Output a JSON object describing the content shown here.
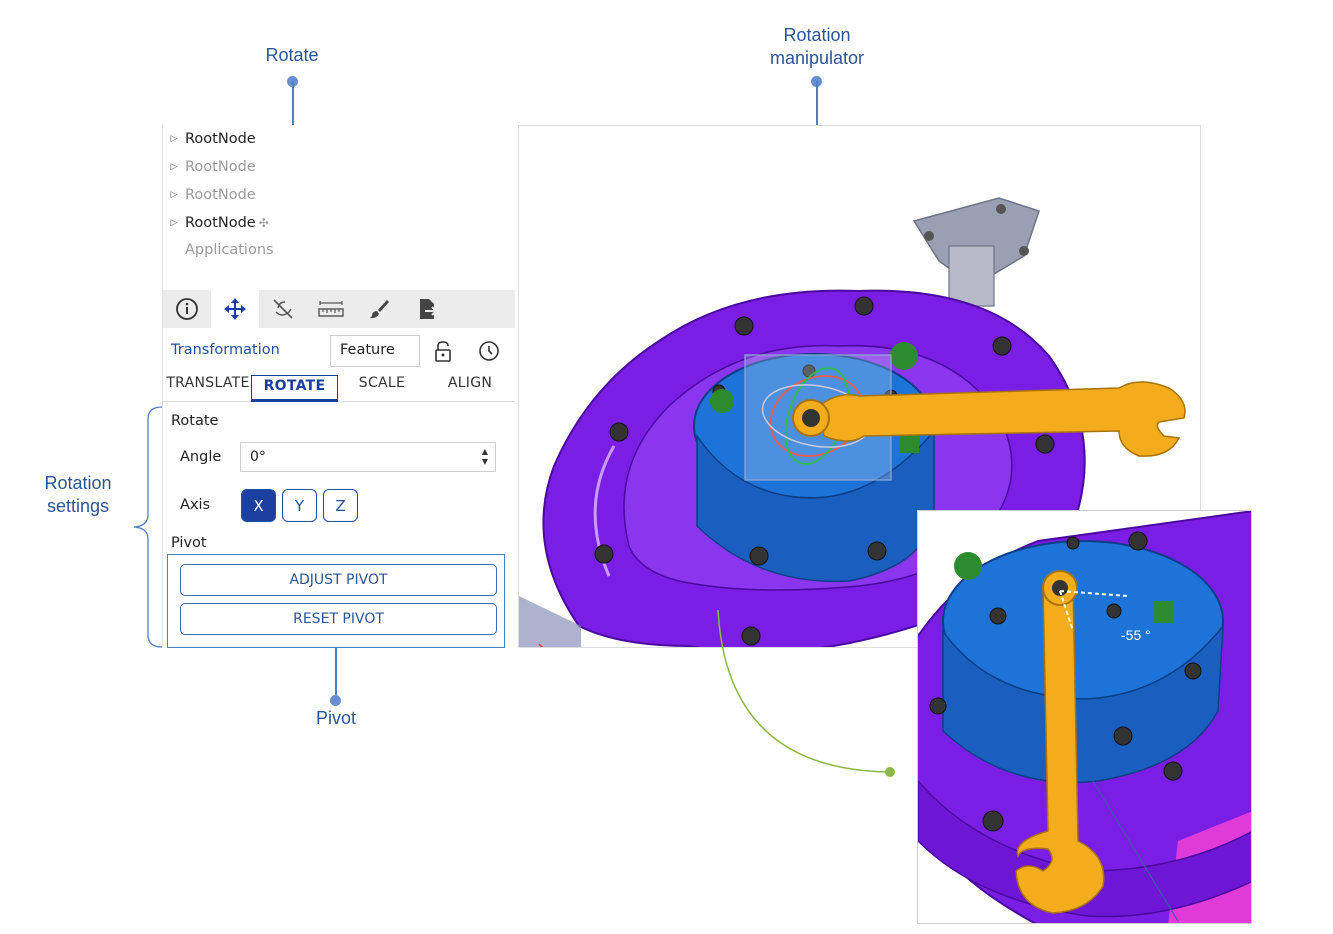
{
  "callouts": {
    "rotate": "Rotate",
    "rotation_manipulator_line1": "Rotation",
    "rotation_manipulator_line2": "manipulator",
    "rotation_settings_line1": "Rotation",
    "rotation_settings_line2": "settings",
    "pivot": "Pivot"
  },
  "tree": {
    "items": [
      {
        "label": "RootNode",
        "dim": false
      },
      {
        "label": "RootNode",
        "dim": true
      },
      {
        "label": "RootNode",
        "dim": true
      },
      {
        "label": "RootNode",
        "dim": false
      }
    ],
    "applications": "Applications"
  },
  "toolbar": {
    "icons": [
      "info-icon",
      "move-icon",
      "section-icon",
      "measure-icon",
      "paint-icon",
      "export-icon"
    ]
  },
  "transformation": {
    "title": "Transformation",
    "mode_value": "Feature"
  },
  "tabs": [
    {
      "label": "TRANSLATE",
      "active": false
    },
    {
      "label": "ROTATE",
      "active": true
    },
    {
      "label": "SCALE",
      "active": false
    },
    {
      "label": "ALIGN",
      "active": false
    }
  ],
  "rotate": {
    "section_title": "Rotate",
    "angle_label": "Angle",
    "angle_value": "0°",
    "axis_label": "Axis",
    "axes": [
      "X",
      "Y",
      "Z"
    ],
    "selected_axis": "X",
    "pivot_label": "Pivot",
    "adjust_pivot": "ADJUST PIVOT",
    "reset_pivot": "RESET PIVOT"
  },
  "inset": {
    "angle_readout": "-55 °"
  },
  "colors": {
    "accent": "#1f4fa0",
    "callout": "#2c5596",
    "part_purple": "#7a1ee6",
    "part_blue": "#1e73d8",
    "wrench_orange": "#f3ad1c",
    "bracket_grey": "#9a9fb3",
    "green_curve": "#8cb84a"
  }
}
